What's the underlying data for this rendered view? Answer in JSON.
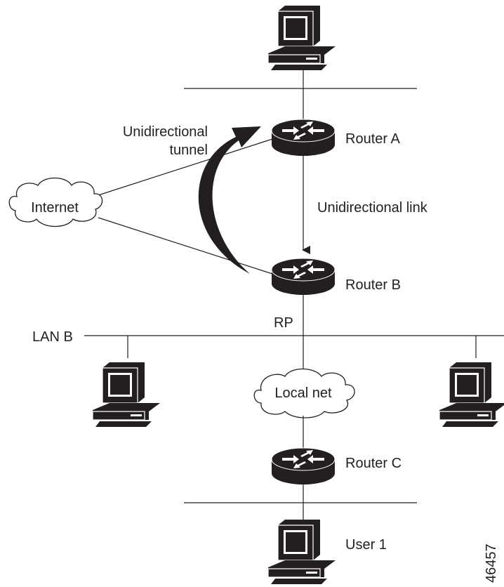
{
  "labels": {
    "router_a": "Router A",
    "router_b": "Router B",
    "router_c": "Router C",
    "rp": "RP",
    "unidirectional_link": "Unidirectional link",
    "tunnel_line1": "Unidirectional",
    "tunnel_line2": "tunnel",
    "internet": "Internet",
    "lan_b": "LAN B",
    "local_net": "Local net",
    "user1": "User 1",
    "figure_id": "46457"
  },
  "icons": {
    "router": "router-icon",
    "workstation": "workstation-icon",
    "cloud": "cloud-icon"
  },
  "colors": {
    "ink": "#231f20",
    "background": "#ffffff"
  }
}
